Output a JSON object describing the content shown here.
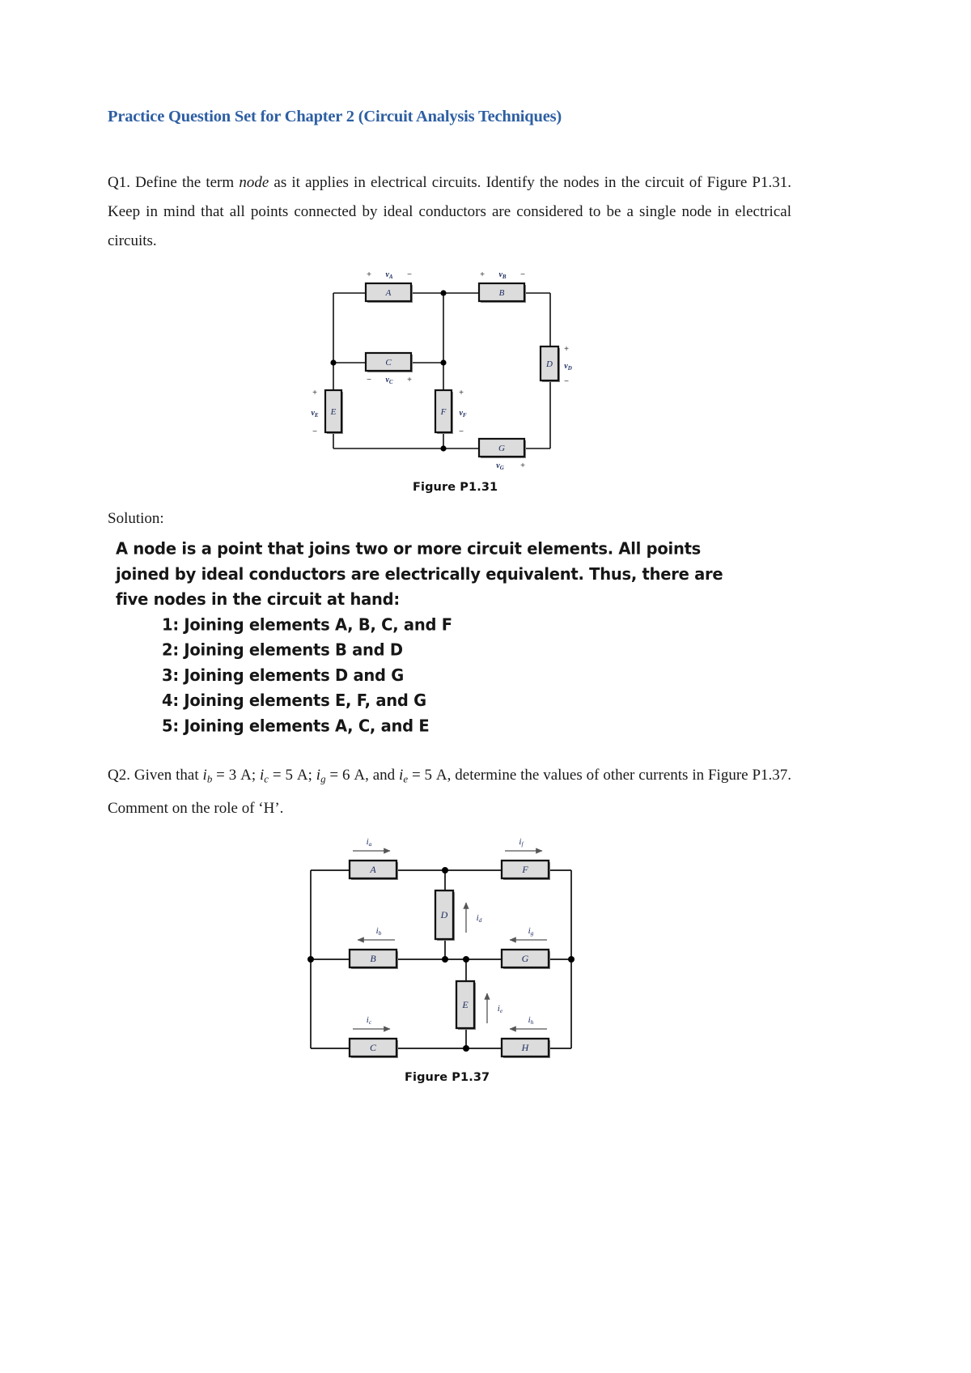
{
  "document": {
    "title": "Practice Question Set for Chapter 2 (Circuit Analysis Techniques)",
    "title_color": "#2e5fa3"
  },
  "questions": [
    {
      "id": "q1",
      "label": "Q1.",
      "text_part1": "Q1. Define the term ",
      "emphasis": "node",
      "text_part2": " as it applies in electrical circuits. Identify the nodes in the circuit of Figure P1.31. Keep in mind that all points connected by ideal conductors are considered to be a single node in electrical circuits."
    },
    {
      "id": "q2",
      "label": "Q2.",
      "text_full": "Q2. Given that ib = 3 A; ic = 5 A; ig = 6 A, and ie = 5 A, determine the values of other currents in Figure P1.37. Comment on the role of ‘H’.",
      "given": [
        {
          "symbol": "i",
          "sub": "b",
          "value": "3",
          "unit": "A"
        },
        {
          "symbol": "i",
          "sub": "c",
          "value": "5",
          "unit": "A"
        },
        {
          "symbol": "i",
          "sub": "g",
          "value": "6",
          "unit": "A"
        },
        {
          "symbol": "i",
          "sub": "e",
          "value": "5",
          "unit": "A"
        }
      ],
      "lead": "Q2. Given that ",
      "tail": ", determine the values of other currents in Figure P1.37. Comment on the role of ‘H’.",
      "figure_ref": "Figure P1.37"
    }
  ],
  "solution": {
    "label": "Solution:",
    "lines": [
      "A node is a point that joins two or more circuit elements. All points",
      "joined by ideal conductors are electrically equivalent. Thus, there are",
      "five nodes in the circuit at hand:"
    ],
    "node_list": [
      "1: Joining elements A, B, C, and F",
      "2: Joining elements B and D",
      "3: Joining elements D and G",
      "4: Joining elements E, F, and G",
      "5: Joining elements A, C, and E"
    ]
  },
  "figure_p131": {
    "caption": "Figure P1.31",
    "elements": [
      {
        "name": "A",
        "label": "A"
      },
      {
        "name": "B",
        "label": "B"
      },
      {
        "name": "C",
        "label": "C"
      },
      {
        "name": "D",
        "label": "D"
      },
      {
        "name": "E",
        "label": "E"
      },
      {
        "name": "F",
        "label": "F"
      },
      {
        "name": "G",
        "label": "G"
      }
    ],
    "voltage_labels": [
      {
        "name": "vA",
        "v": "v",
        "sub": "A",
        "plus": "+",
        "minus": "−"
      },
      {
        "name": "vB",
        "v": "v",
        "sub": "B",
        "plus": "+",
        "minus": "−"
      },
      {
        "name": "vC",
        "v": "v",
        "sub": "C",
        "plus": "+",
        "minus": "−"
      },
      {
        "name": "vD",
        "v": "v",
        "sub": "D",
        "plus": "+",
        "minus": "−"
      },
      {
        "name": "vE",
        "v": "v",
        "sub": "E",
        "plus": "+",
        "minus": "−"
      },
      {
        "name": "vF",
        "v": "v",
        "sub": "F",
        "plus": "+",
        "minus": "−"
      },
      {
        "name": "vG",
        "v": "v",
        "sub": "G",
        "plus": "+",
        "minus": "−"
      }
    ],
    "box_fill": "#dcdcdc",
    "wire_color": "#111111"
  },
  "figure_p137": {
    "caption": "Figure P1.37",
    "elements": [
      {
        "name": "A",
        "label": "A"
      },
      {
        "name": "B",
        "label": "B"
      },
      {
        "name": "C",
        "label": "C"
      },
      {
        "name": "D",
        "label": "D"
      },
      {
        "name": "E",
        "label": "E"
      },
      {
        "name": "F",
        "label": "F"
      },
      {
        "name": "G",
        "label": "G"
      },
      {
        "name": "H",
        "label": "H"
      }
    ],
    "current_labels": [
      {
        "name": "ia",
        "i": "i",
        "sub": "a",
        "direction": "right"
      },
      {
        "name": "ib",
        "i": "i",
        "sub": "b",
        "direction": "left"
      },
      {
        "name": "ic",
        "i": "i",
        "sub": "c",
        "direction": "right"
      },
      {
        "name": "id",
        "i": "i",
        "sub": "d",
        "direction": "up"
      },
      {
        "name": "ie",
        "i": "i",
        "sub": "e",
        "direction": "up"
      },
      {
        "name": "if",
        "i": "i",
        "sub": "f",
        "direction": "right"
      },
      {
        "name": "ig",
        "i": "i",
        "sub": "g",
        "direction": "left"
      },
      {
        "name": "ih",
        "i": "i",
        "sub": "h",
        "direction": "left"
      }
    ],
    "box_fill": "#dcdcdc",
    "wire_color": "#111111"
  }
}
